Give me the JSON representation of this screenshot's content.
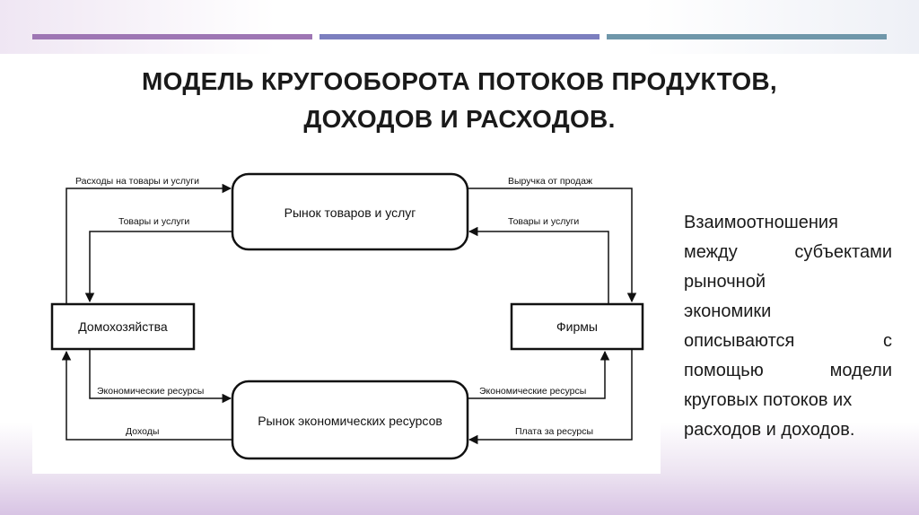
{
  "colors": {
    "bar1": "#9e76b4",
    "bar2": "#7c7fbf",
    "bar3": "#6f97aa"
  },
  "title": {
    "line1": "МОДЕЛЬ КРУГООБОРОТА ПОТОКОВ ПРОДУКТОВ,",
    "line2": "ДОХОДОВ И РАСХОДОВ."
  },
  "diagram": {
    "nodes": {
      "goods_market": "Рынок товаров и услуг",
      "households": "Домохозяйства",
      "firms": "Фирмы",
      "resource_market": "Рынок экономических ресурсов"
    },
    "flows": {
      "spending": "Расходы на товары и услуги",
      "goods_to_households": "Товары и услуги",
      "revenue": "Выручка от продаж",
      "goods_from_firms": "Товары и услуги",
      "resources_from_households": "Экономические ресурсы",
      "income": "Доходы",
      "resources_to_firms": "Экономические ресурсы",
      "payment": "Плата за ресурсы"
    }
  },
  "side_text": {
    "lines": [
      [
        "Взаимоотношения"
      ],
      [
        "между",
        "субъектами"
      ],
      [
        "рыночной"
      ],
      [
        "экономики"
      ],
      [
        "описываются",
        "с"
      ],
      [
        "помощью",
        "модели"
      ],
      [
        "круговых потоков их"
      ],
      [
        "расходов и доходов."
      ]
    ]
  }
}
